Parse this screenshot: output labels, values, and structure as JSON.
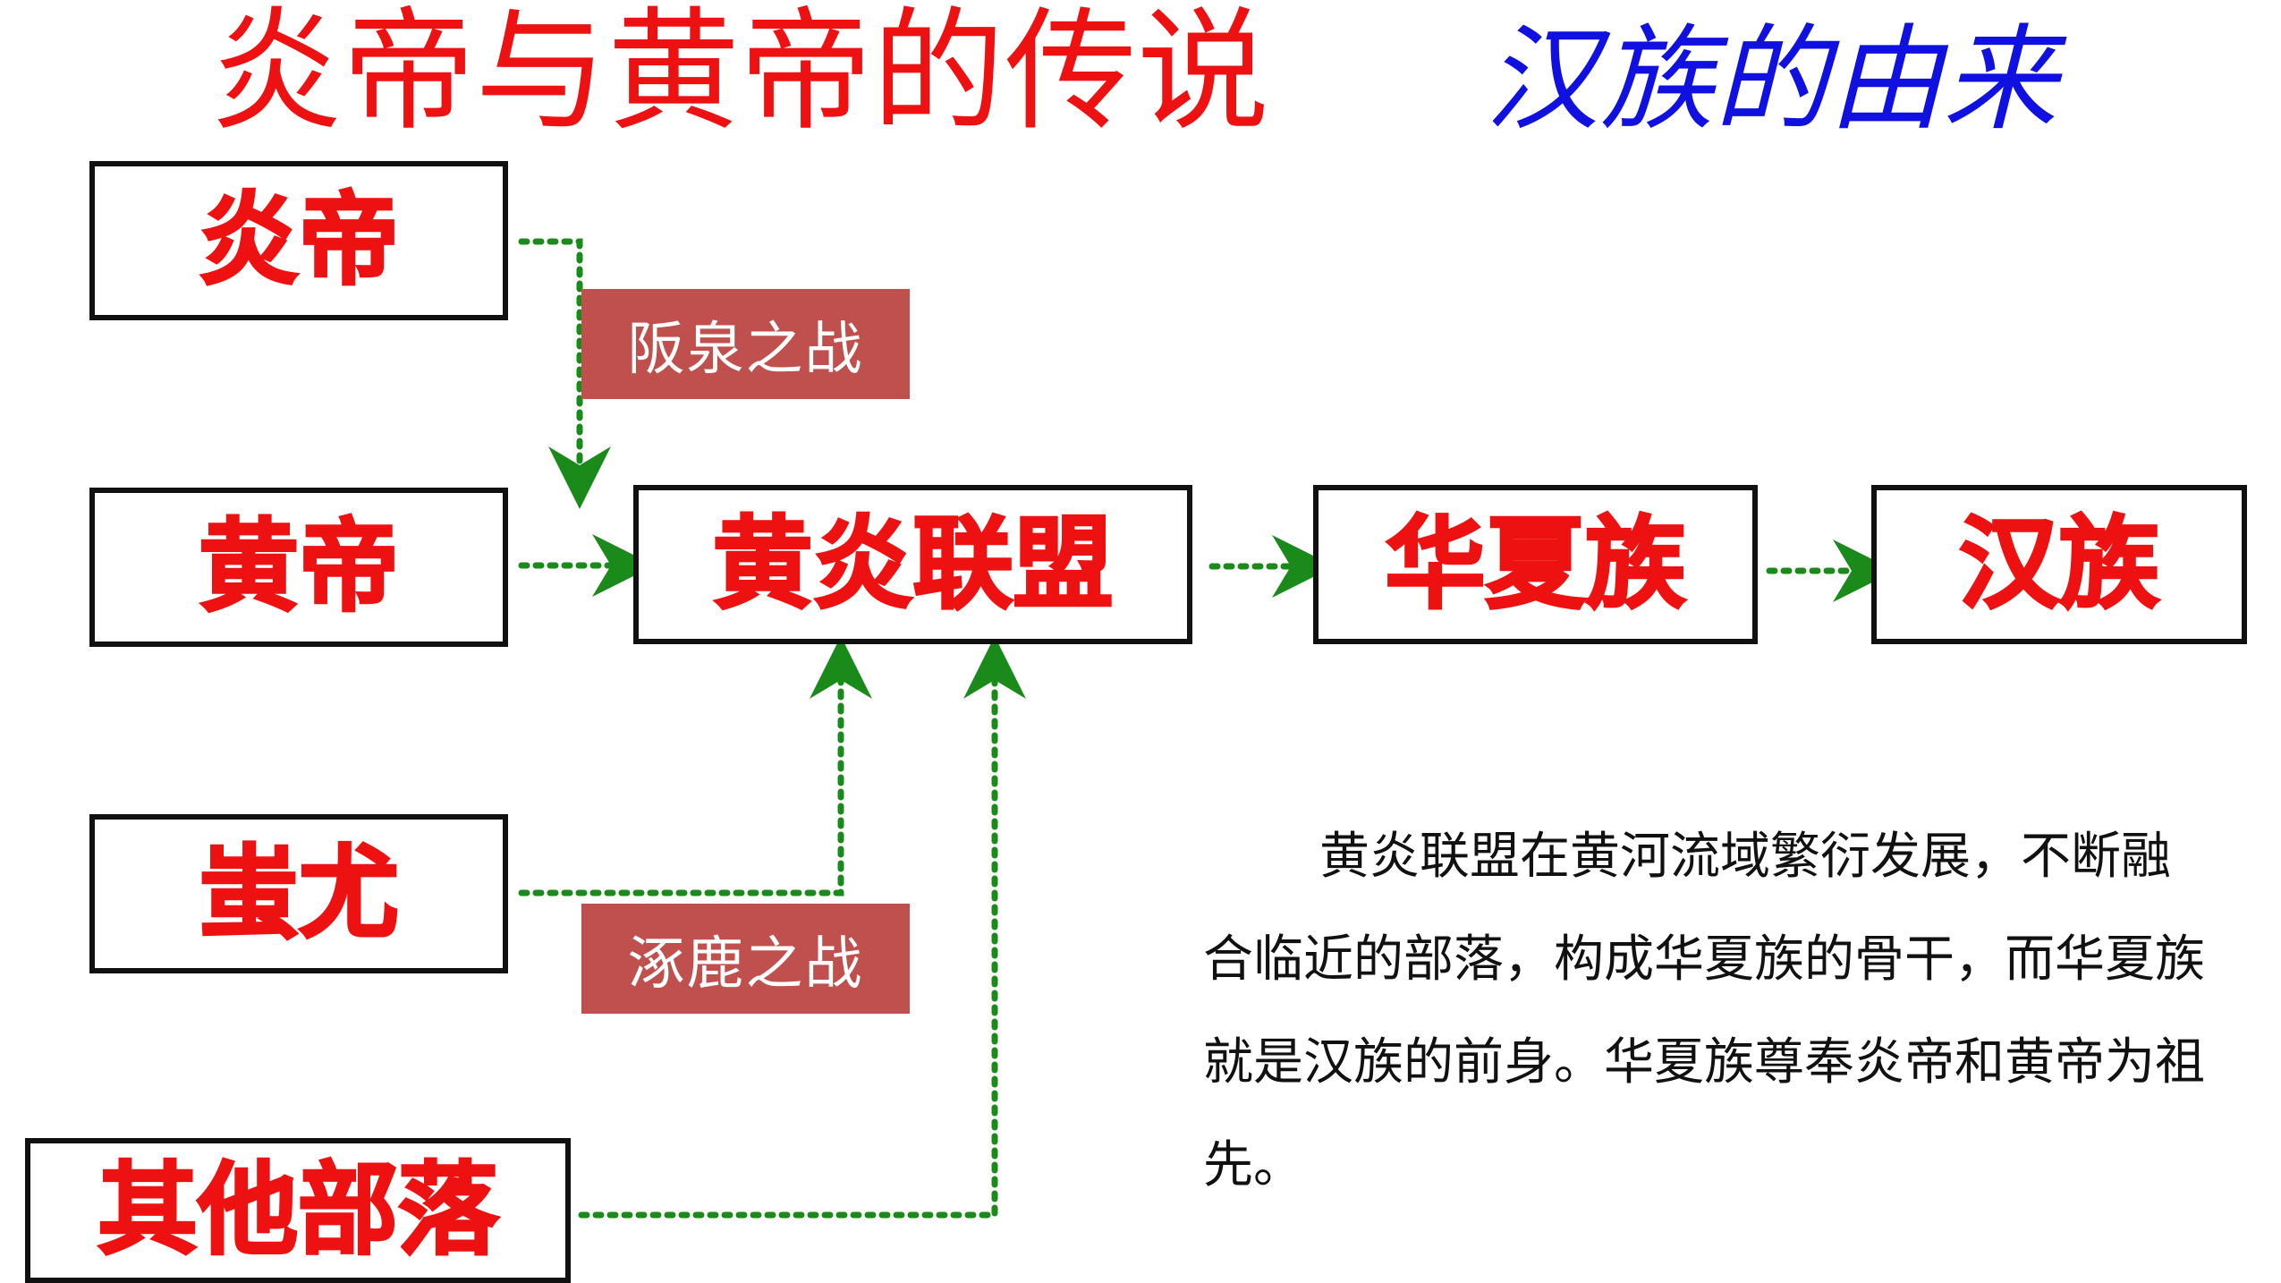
{
  "title": "炎帝与黄帝的传说",
  "subtitle": "汉族的由来",
  "colors": {
    "title": "#ee1111",
    "subtitle": "#1010e0",
    "node_text": "#ee1111",
    "battle_bg": "#c0504d",
    "connector": "#1a8a1a"
  },
  "nodes": {
    "yandi": "炎帝",
    "huangdi": "黄帝",
    "chiyou": "蚩尤",
    "others": "其他部落",
    "alliance": "黄炎联盟",
    "huaxia": "华夏族",
    "han": "汉族"
  },
  "battles": {
    "banquan": "阪泉之战",
    "zhuolu": "涿鹿之战"
  },
  "description": "黄炎联盟在黄河流域繁衍发展，不断融合临近的部落，构成华夏族的骨干，而华夏族就是汉族的前身。华夏族尊奉炎帝和黄帝为祖先。"
}
